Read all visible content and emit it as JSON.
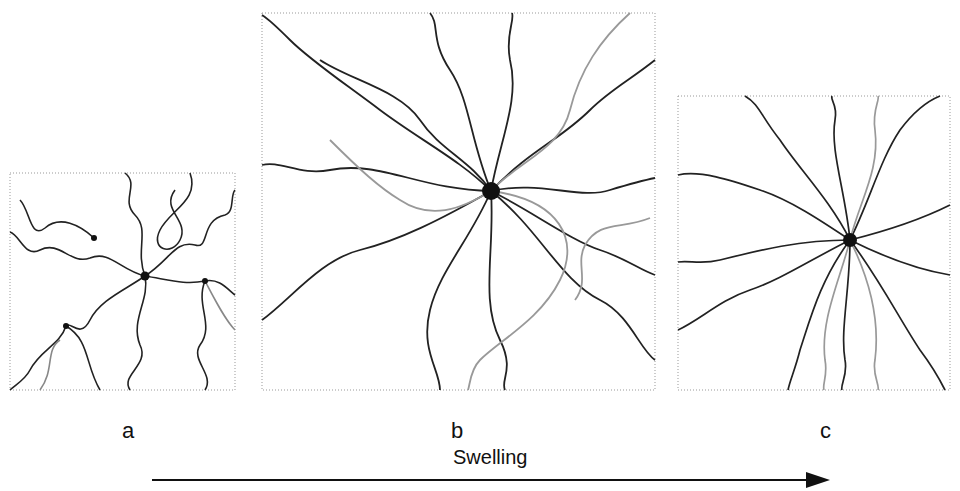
{
  "diagram": {
    "labels": [
      "a",
      "b",
      "c",
      "Swelling"
    ]
  }
}
